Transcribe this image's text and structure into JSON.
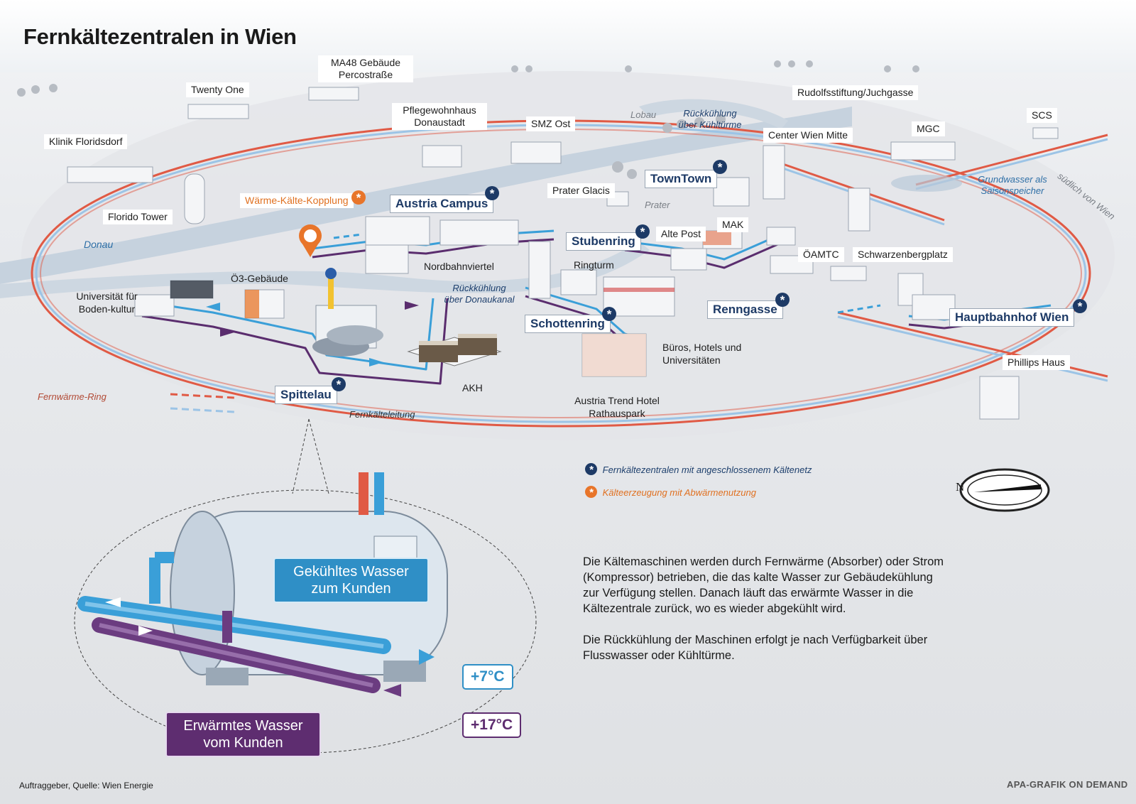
{
  "title": "Fernkältezentralen in Wien",
  "labels": {
    "klinik_floridsdorf": "Klinik Floridsdorf",
    "twenty_one": "Twenty One",
    "ma48": "MA48 Gebäude Percostraße",
    "pflegewohnhaus": "Pflegewohnhaus Donaustadt",
    "smz_ost": "SMZ Ost",
    "florido_tower": "Florido Tower",
    "prater_glacis": "Prater Glacis",
    "center_wien_mitte": "Center Wien Mitte",
    "rudolfsstiftung": "Rudolfsstiftung/Juchgasse",
    "mgc": "MGC",
    "scs": "SCS",
    "alte_post": "Alte Post",
    "mak": "MAK",
    "oeamtc": "ÖAMTC",
    "schwarzenbergplatz": "Schwarzenbergplatz",
    "phillips_haus": "Phillips Haus",
    "nordbahnviertel": "Nordbahnviertel",
    "ringturm": "Ringturm",
    "oe3": "Ö3-Gebäude",
    "boku": "Universität für Boden-kultur",
    "akh": "AKH",
    "bueros": "Büros, Hotels und Universitäten",
    "austria_trend": "Austria Trend Hotel Rathauspark",
    "fernkaelteleitung": "Fernkälteleitung"
  },
  "italic_labels": {
    "lobau": "Lobau",
    "prater": "Prater",
    "donau": "Donau",
    "rueckkuehlung_kt": "Rückkühlung über Kühltürme",
    "rueckkuehlung_dk": "Rückkühlung über Donaukanal",
    "grundwasser": "Grundwasser als Saisonspeicher",
    "suedlich": "südlich von Wien",
    "fernwaerme_ring": "Fernwärme-Ring",
    "waerme_kaelte": "Wärme-Kälte-Kopplung"
  },
  "centrals": {
    "towntown": "TownTown",
    "austria_campus": "Austria Campus",
    "stubenring": "Stubenring",
    "schottenring": "Schottenring",
    "renngasse": "Renngasse",
    "hauptbahnhof": "Hauptbahnhof Wien",
    "spittelau": "Spittelau"
  },
  "legend": {
    "navy": "Fernkältezentralen mit angeschlossenem Kältenetz",
    "orange": "Kälteerzeugung mit Abwärmenutzung",
    "star_glyph": "*"
  },
  "compass": {
    "letter": "N"
  },
  "detail": {
    "cooled": "Gekühltes Wasser zum Kunden",
    "warmed": "Erwärmtes Wasser vom Kunden",
    "temp_cold": "+7°C",
    "temp_warm": "+17°C"
  },
  "description": {
    "p1": "Die Kältemaschinen werden durch Fernwärme (Absorber) oder Strom (Kompressor) betrieben, die das kalte Wasser zur Gebäudekühlung zur Verfügung stellen. Danach läuft das erwärmte Wasser in die Kältezentrale zurück, wo es wieder abgekühlt wird.",
    "p2": "Die Rückkühlung der Maschinen erfolgt je nach Verfügbarkeit über Flusswasser oder Kühltürme."
  },
  "footer": {
    "source": "Auftraggeber, Quelle: Wien Energie",
    "brand": "APA-GRAFIK ON DEMAND"
  },
  "colors": {
    "navy": "#1d3a66",
    "orange": "#e8752a",
    "cold_pipe": "#3a9fd8",
    "warm_pipe": "#5a2d6e",
    "ring_red": "#e05a45",
    "river": "#c6d2de"
  }
}
